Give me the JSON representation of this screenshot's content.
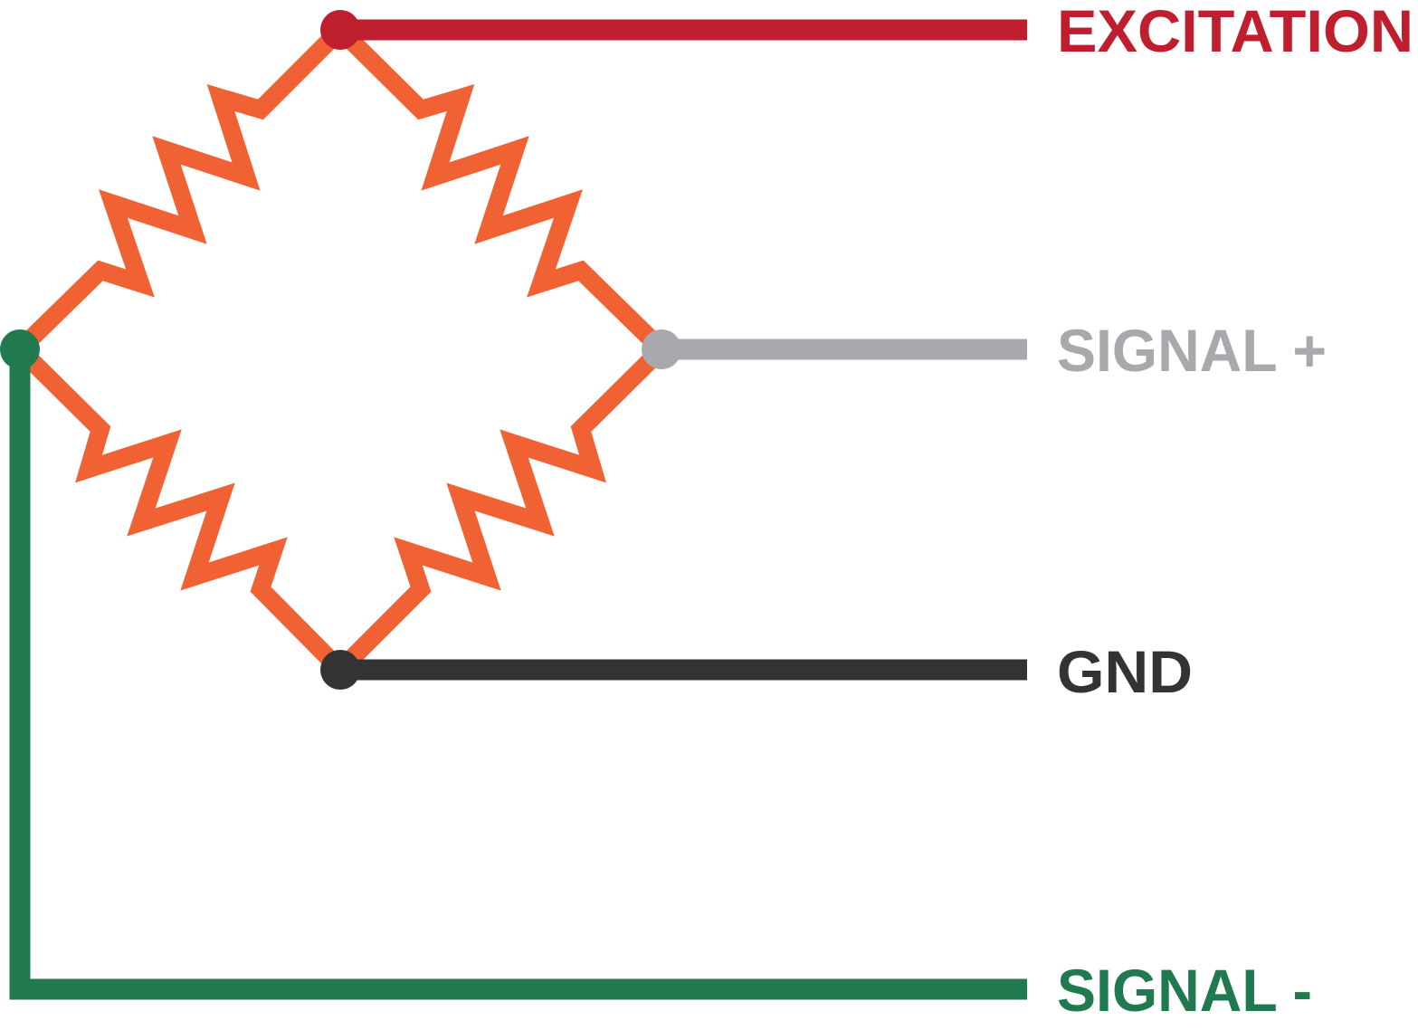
{
  "title": "Wheatstone bridge wiring",
  "colors": {
    "excitation": "#BE1E2D",
    "signal_plus": "#A7A9AC",
    "gnd": "#333333",
    "signal_minus": "#217A4F",
    "resistor": "#F06233"
  },
  "labels": {
    "excitation": "EXCITATION",
    "signal_plus": "SIGNAL +",
    "gnd": "GND",
    "signal_minus": "SIGNAL -"
  }
}
